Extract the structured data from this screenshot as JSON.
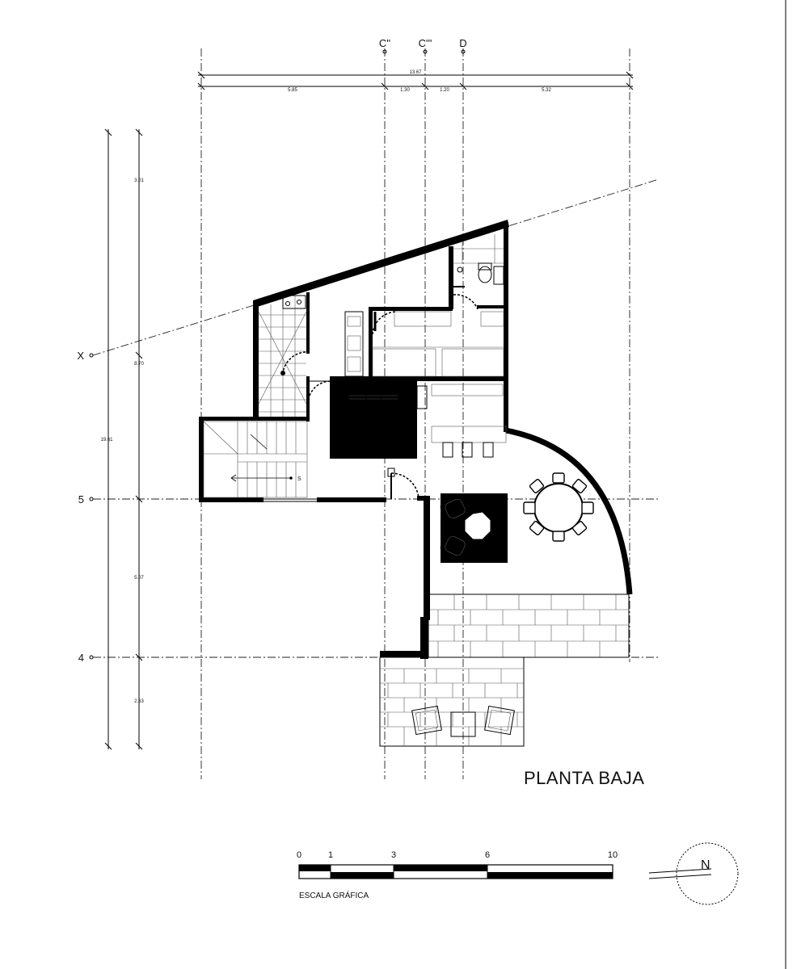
{
  "title": "PLANTA BAJA",
  "axes": {
    "vertical": [
      {
        "id": "c2",
        "label": "C''"
      },
      {
        "id": "c3",
        "label": "C'''"
      },
      {
        "id": "d",
        "label": "D"
      }
    ],
    "horizontal": [
      {
        "id": "x",
        "label": "X"
      },
      {
        "id": "h5",
        "label": "5"
      },
      {
        "id": "h4",
        "label": "4"
      }
    ]
  },
  "dimensions": {
    "overall_width": "13.67",
    "widths": [
      "5.85",
      "1.30",
      "1.20",
      "5.32"
    ],
    "overall_height": "19.61",
    "heights": [
      "3.01",
      "8.70",
      "5.07",
      "2.63"
    ]
  },
  "stair_label": "S",
  "scale_bar": {
    "label": "ESCALA GRÁFICA",
    "ticks": [
      "0",
      "1",
      "3",
      "6",
      "10"
    ]
  },
  "north": {
    "label": "N"
  },
  "colors": {
    "ink": "#000000",
    "paper": "#ffffff"
  }
}
